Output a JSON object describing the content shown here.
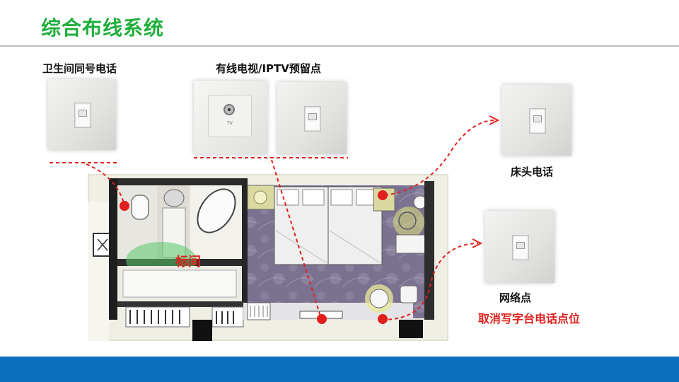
{
  "page": {
    "title": "综合布线系统"
  },
  "labels": {
    "bathroom_phone": "卫生间同号电话",
    "cable_tv": "有线电视/IPTV预留点",
    "bedside_phone": "床头电话",
    "network": "网络点",
    "cancel_desk_phone": "取消写字台电话点位",
    "room_type": "标间",
    "tv_text": "TV"
  },
  "colors": {
    "title": "#1fae3c",
    "accent_red": "#e0201c",
    "bottom_bar": "#0b6fbd"
  }
}
